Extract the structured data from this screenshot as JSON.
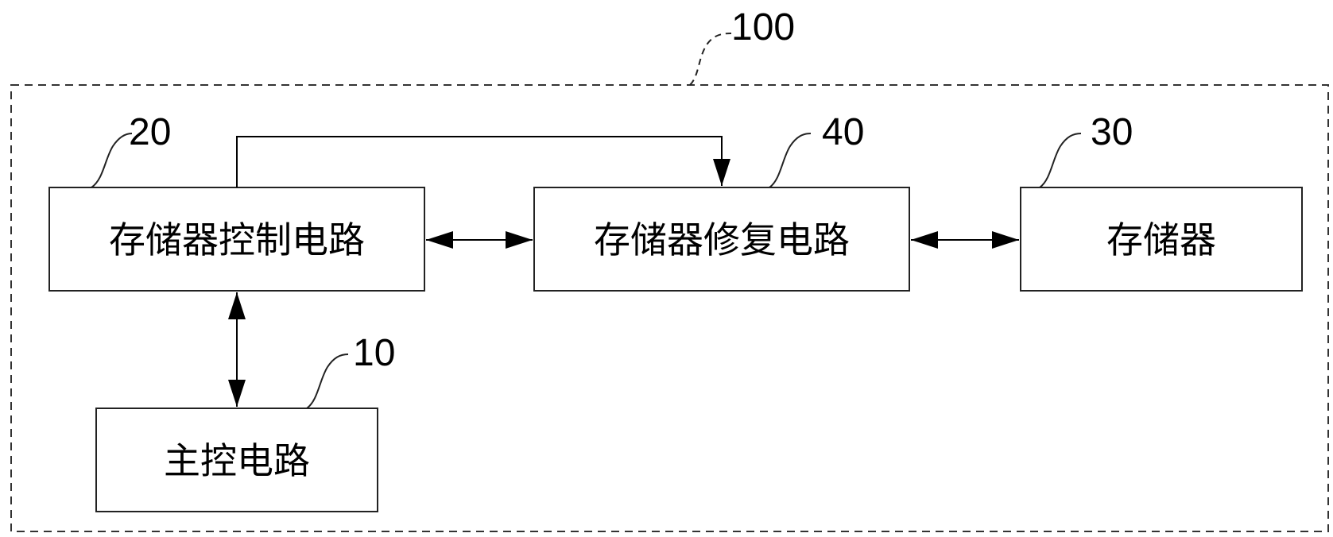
{
  "diagram": {
    "container": {
      "ref": "100"
    },
    "blocks": {
      "memory_control": {
        "label": "存储器控制电路",
        "ref": "20"
      },
      "memory_repair": {
        "label": "存储器修复电路",
        "ref": "40"
      },
      "memory": {
        "label": "存储器",
        "ref": "30"
      },
      "main_control": {
        "label": "主控电路",
        "ref": "10"
      }
    }
  }
}
